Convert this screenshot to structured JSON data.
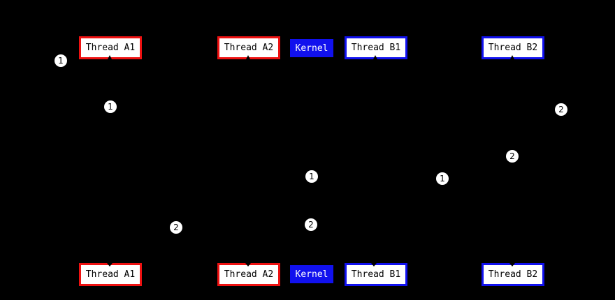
{
  "diagram": {
    "description": "Thread scheduling diagram: two snapshots (top and bottom rows) of four threads and a kernel, with numbered step markers 1 and 2 on the transition paths",
    "background_color": "#000000",
    "colors": {
      "thread_a_accent": "#ee1111",
      "thread_b_accent": "#1111ee",
      "kernel_fill": "#1111ee",
      "node_fill": "#ffffff",
      "node_text": "#000000",
      "kernel_text": "#ffffff",
      "marker_fill": "#ffffff",
      "marker_text": "#000000"
    },
    "top_row": [
      {
        "id": "thread-a1",
        "label": "Thread A1",
        "variant": "red-outline"
      },
      {
        "id": "thread-a2",
        "label": "Thread A2",
        "variant": "red-outline"
      },
      {
        "id": "kernel",
        "label": "Kernel",
        "variant": "blue-filled"
      },
      {
        "id": "thread-b1",
        "label": "Thread B1",
        "variant": "blue-outline"
      },
      {
        "id": "thread-b2",
        "label": "Thread B2",
        "variant": "blue-outline"
      }
    ],
    "bottom_row": [
      {
        "id": "thread-a1",
        "label": "Thread A1",
        "variant": "red-outline"
      },
      {
        "id": "thread-a2",
        "label": "Thread A2",
        "variant": "red-outline"
      },
      {
        "id": "kernel",
        "label": "Kernel",
        "variant": "blue-filled"
      },
      {
        "id": "thread-b1",
        "label": "Thread B1",
        "variant": "blue-outline"
      },
      {
        "id": "thread-b2",
        "label": "Thread B2",
        "variant": "blue-outline"
      }
    ],
    "step_markers": [
      {
        "label": "1"
      },
      {
        "label": "1"
      },
      {
        "label": "2"
      },
      {
        "label": "2"
      },
      {
        "label": "1"
      },
      {
        "label": "1"
      },
      {
        "label": "2"
      },
      {
        "label": "2"
      }
    ]
  }
}
